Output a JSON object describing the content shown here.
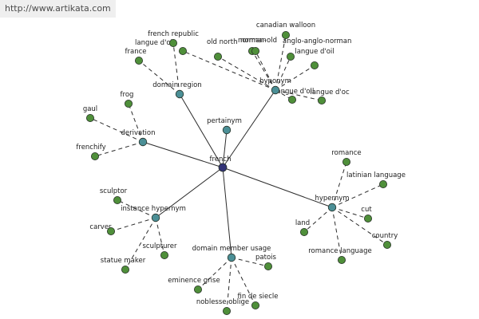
{
  "watermark": "http://www.artikata.com",
  "colors": {
    "root": "#333377",
    "relation": "#4b8f96",
    "leaf": "#4f8f3a",
    "outline": "#263026"
  },
  "graph": {
    "root": {
      "id": "french",
      "label": "french"
    },
    "relations": [
      {
        "id": "domain-region",
        "label": "domain region"
      },
      {
        "id": "hyponym",
        "label": "hyponym"
      },
      {
        "id": "pertainym",
        "label": "pertainym"
      },
      {
        "id": "derivation",
        "label": "derivation"
      },
      {
        "id": "instance-hypernym",
        "label": "instance hypernym"
      },
      {
        "id": "domain-member-usage",
        "label": "domain member usage"
      },
      {
        "id": "hypernym",
        "label": "hypernym"
      }
    ],
    "leaves": [
      {
        "id": "france",
        "label": "france",
        "parent": "domain-region"
      },
      {
        "id": "french-republic",
        "label": "french republic",
        "parent": "domain-region"
      },
      {
        "id": "langue-d-oil-old",
        "label": "langue d'oil",
        "parent": "hyponym"
      },
      {
        "id": "old-north",
        "label": "old north",
        "parent": "hyponym"
      },
      {
        "id": "canadian-walloon",
        "label": "canadian walloon",
        "parent": "hyponym"
      },
      {
        "id": "norman",
        "label": "norman",
        "parent": "hyponym"
      },
      {
        "id": "norman-old",
        "label": "norman-old",
        "parent": "hyponym"
      },
      {
        "id": "anglo-norman",
        "label": "anglo-anglo-norman",
        "parent": "hyponym"
      },
      {
        "id": "langue-d-oil",
        "label": "langue d'oil",
        "parent": "hyponym"
      },
      {
        "id": "langue-d-oil-2",
        "label": "langue d'oil",
        "parent": "hyponym"
      },
      {
        "id": "langue-d-oc",
        "label": "langue d'oc",
        "parent": "hyponym"
      },
      {
        "id": "frog",
        "label": "frog",
        "parent": "derivation"
      },
      {
        "id": "gaul",
        "label": "gaul",
        "parent": "derivation"
      },
      {
        "id": "frenchify",
        "label": "frenchify",
        "parent": "derivation"
      },
      {
        "id": "sculptor",
        "label": "sculptor",
        "parent": "instance-hypernym"
      },
      {
        "id": "carver",
        "label": "carver",
        "parent": "instance-hypernym"
      },
      {
        "id": "sculpturer",
        "label": "sculpturer",
        "parent": "instance-hypernym"
      },
      {
        "id": "statue-maker",
        "label": "statue maker",
        "parent": "instance-hypernym"
      },
      {
        "id": "eminence-grise",
        "label": "eminence grise",
        "parent": "domain-member-usage"
      },
      {
        "id": "noblesse-oblige",
        "label": "noblesse oblige",
        "parent": "domain-member-usage"
      },
      {
        "id": "fin-de-siecle",
        "label": "fin de siecle",
        "parent": "domain-member-usage"
      },
      {
        "id": "patois",
        "label": "patois",
        "parent": "domain-member-usage"
      },
      {
        "id": "romance",
        "label": "romance",
        "parent": "hypernym"
      },
      {
        "id": "latinian-language",
        "label": "latinian language",
        "parent": "hypernym"
      },
      {
        "id": "cut",
        "label": "cut",
        "parent": "hypernym"
      },
      {
        "id": "country",
        "label": "country",
        "parent": "hypernym"
      },
      {
        "id": "land",
        "label": "land",
        "parent": "hypernym"
      },
      {
        "id": "romance-language",
        "label": "romance language",
        "parent": "hypernym"
      }
    ]
  }
}
